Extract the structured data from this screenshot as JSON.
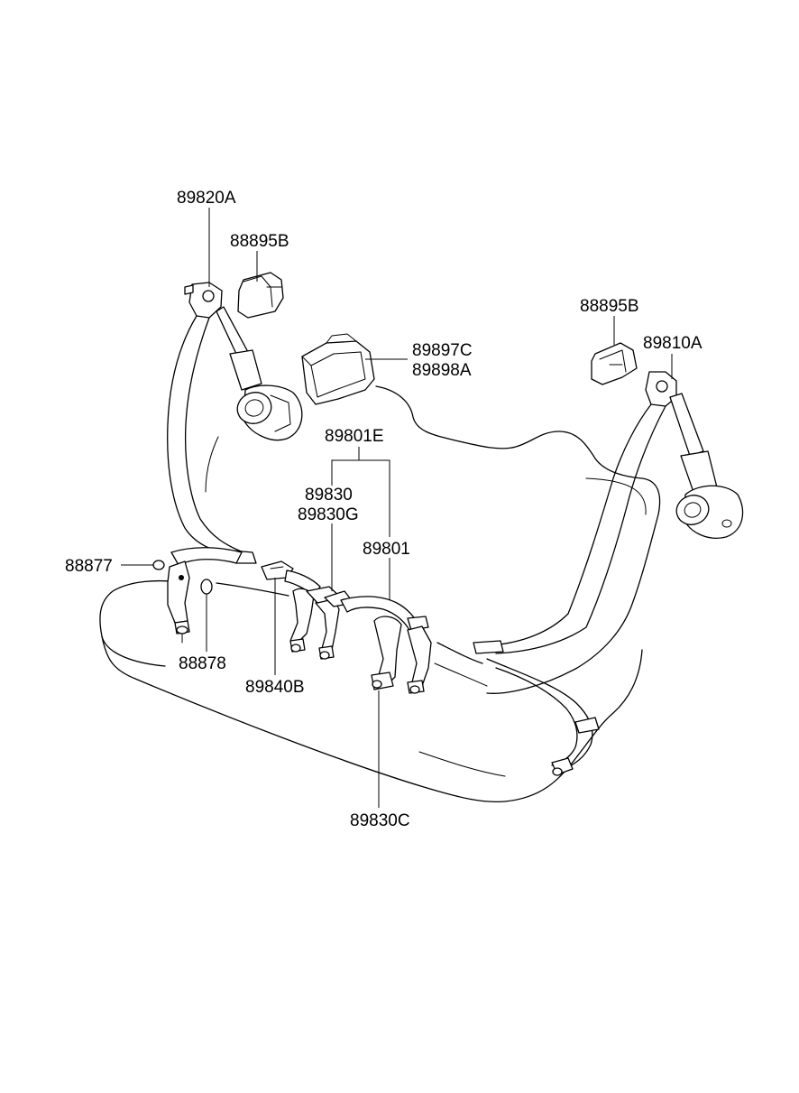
{
  "labels": {
    "l89820A": "89820A",
    "l88895B_left": "88895B",
    "l89897C": "89897C",
    "l89898A": "89898A",
    "l88895B_right": "88895B",
    "l89810A": "89810A",
    "l89801E": "89801E",
    "l89830": "89830",
    "l89830G": "89830G",
    "l89801": "89801",
    "l88877": "88877",
    "l88878": "88878",
    "l89840B": "89840B",
    "l89830C": "89830C"
  }
}
